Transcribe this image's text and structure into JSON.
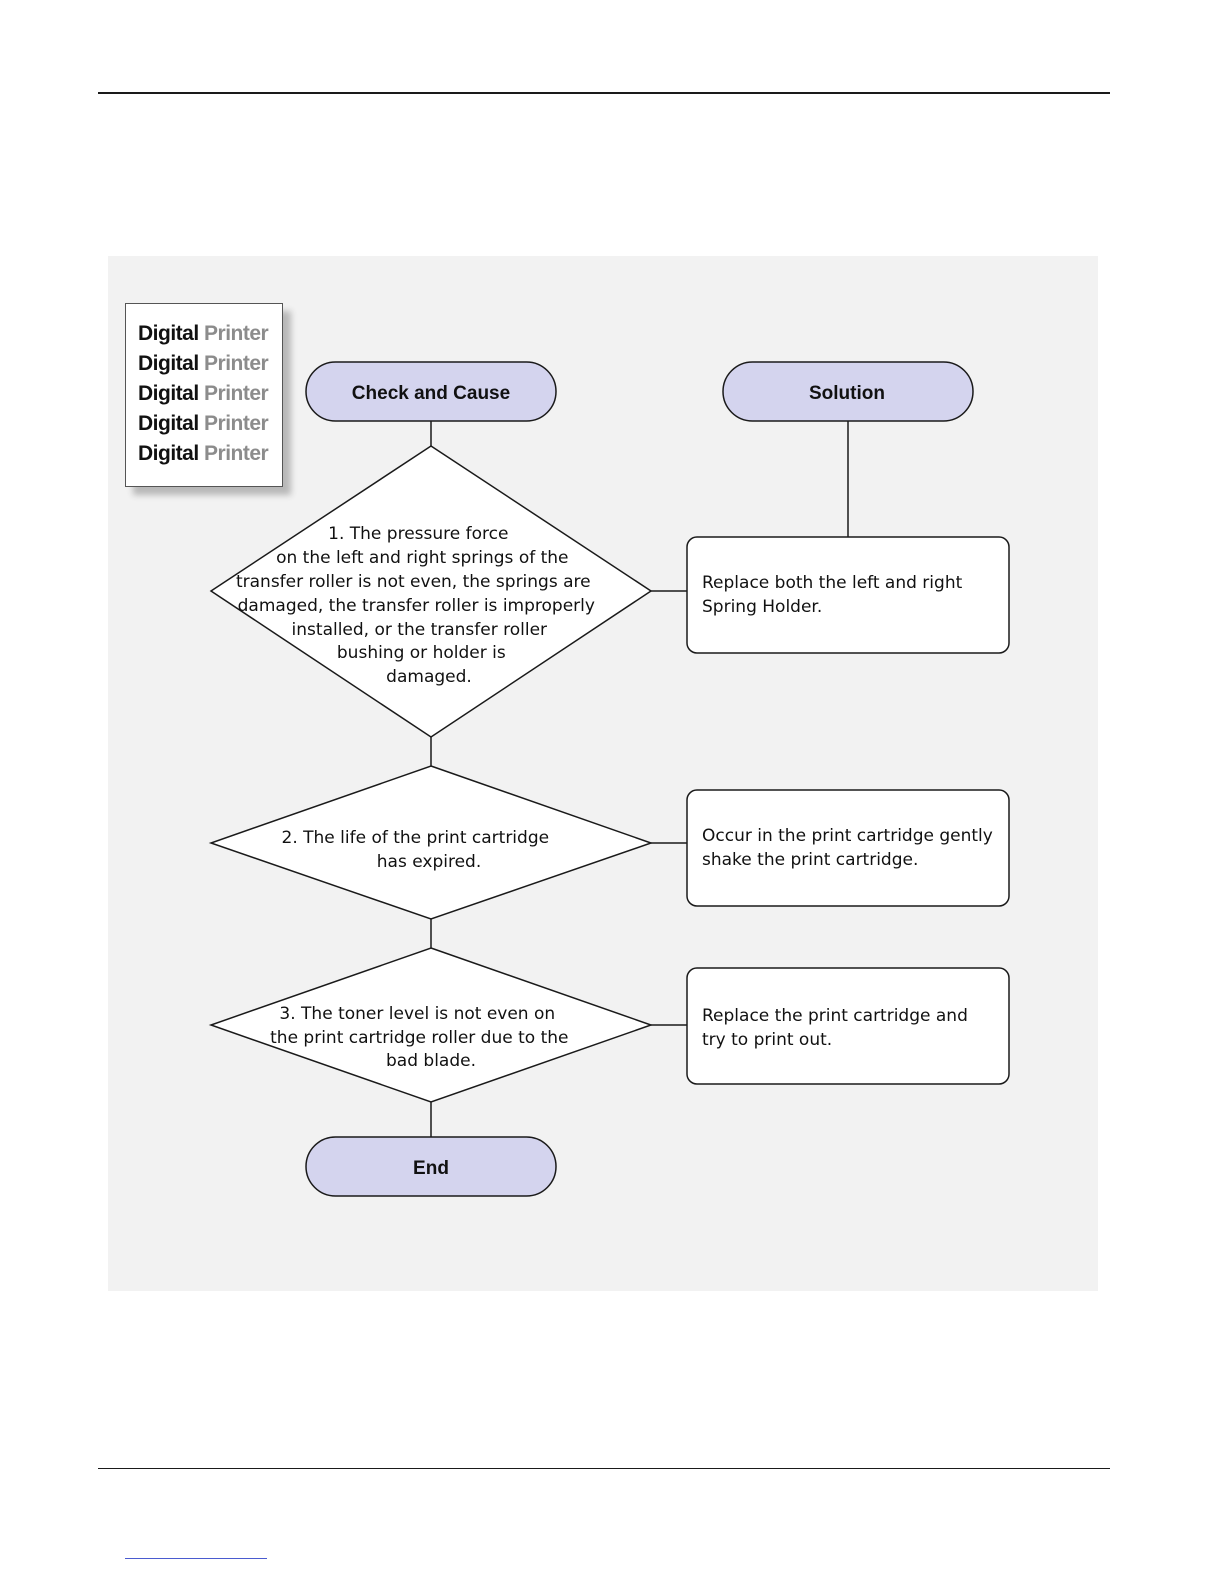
{
  "sample": {
    "lines": [
      {
        "word1": "Digital",
        "word2": "Printer"
      },
      {
        "word1": "Digital",
        "word2": "Printer"
      },
      {
        "word1": "Digital",
        "word2": "Printer"
      },
      {
        "word1": "Digital",
        "word2": "Printer"
      },
      {
        "word1": "Digital",
        "word2": "Printer"
      }
    ]
  },
  "flow": {
    "start_label": "Check and Cause",
    "solution_label": "Solution",
    "end_label": "End",
    "checks": [
      {
        "lines": [
          "1. The pressure force",
          "on the left and right springs of the",
          "transfer roller is not even, the springs are",
          "damaged, the transfer roller is improperly",
          "installed, or the transfer roller",
          "bushing or holder is",
          "damaged."
        ]
      },
      {
        "lines": [
          "2. The life of the print cartridge",
          "has expired."
        ]
      },
      {
        "lines": [
          "3. The toner level is not even on",
          "the print cartridge roller due to the",
          "bad blade."
        ]
      }
    ],
    "solutions": [
      {
        "lines": [
          "Replace both the left and right",
          "Spring Holder."
        ]
      },
      {
        "lines": [
          "Occur in the print cartridge gently",
          "shake the print cartridge."
        ]
      },
      {
        "lines": [
          "Replace the print cartridge and",
          "try to print out."
        ]
      }
    ]
  },
  "colors": {
    "terminal_fill": "#d4d4ee",
    "line": "#1a1a1a",
    "figure_bg": "#f2f2f2"
  }
}
